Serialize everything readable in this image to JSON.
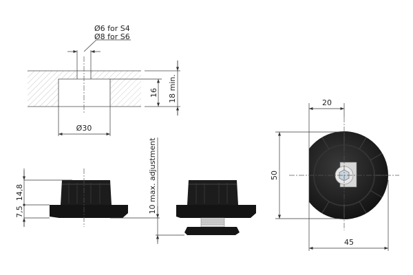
{
  "drawing": {
    "hole_spec_line1": "Ø6 for S4",
    "hole_spec_line2": "Ø8 for S6",
    "hole_diameter": "Ø30",
    "recess_depth": "16",
    "panel_thickness": "18 min.",
    "total_height": "14,8",
    "flange_height": "7,5",
    "adjustment": "10 max. adjustment",
    "offset_width": "20",
    "overall_height": "50",
    "overall_width": "45"
  },
  "colors": {
    "part": "#1a1a1a",
    "hatch": "#b0b0b0"
  }
}
